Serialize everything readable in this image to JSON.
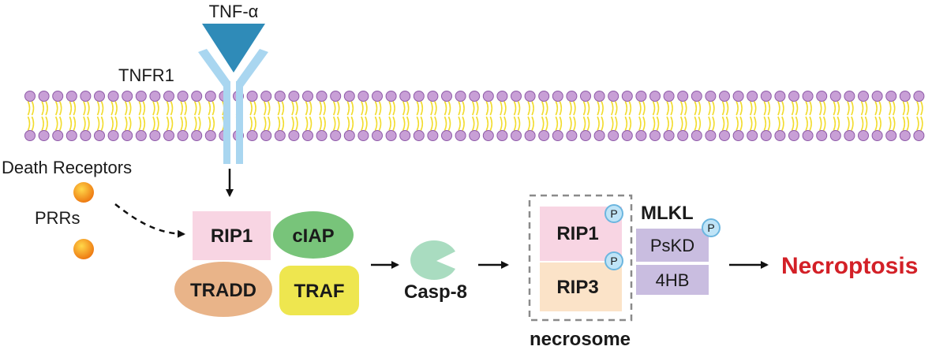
{
  "ligand": {
    "label": "TNF-α",
    "color": "#2f8bb8"
  },
  "receptor": {
    "label": "TNFR1",
    "color": "#a9d6f0"
  },
  "membrane": {
    "head_color": "#c89fd6",
    "head_stroke": "#8e5aa8",
    "tail_color": "#f2dc2e"
  },
  "inducers": {
    "death_receptors": "Death Receptors",
    "prrs": "PRRs",
    "ball_color": "#f08a1c"
  },
  "complex": {
    "rip1": {
      "label": "RIP1",
      "color": "#f8d5e3"
    },
    "ciap": {
      "label": "cIAP",
      "color": "#78c47a"
    },
    "tradd": {
      "label": "TRADD",
      "color": "#e9b489"
    },
    "traf": {
      "label": "TRAF",
      "color": "#eee64f"
    }
  },
  "casp8": {
    "label": "Casp-8",
    "color": "#a9dcc0"
  },
  "necrosome": {
    "label": "necrosome",
    "rip1": {
      "label": "RIP1",
      "color": "#f8d5e3"
    },
    "rip3": {
      "label": "RIP3",
      "color": "#fbe3c8"
    }
  },
  "mlkl": {
    "label": "MLKL",
    "pskd": "PsKD",
    "hb4": "4HB",
    "color": "#c9bde0"
  },
  "phospho": {
    "label": "P",
    "color": "#bfe4f7",
    "stroke": "#6cb6df"
  },
  "outcome": {
    "label": "Necroptosis",
    "color": "#d32027"
  }
}
